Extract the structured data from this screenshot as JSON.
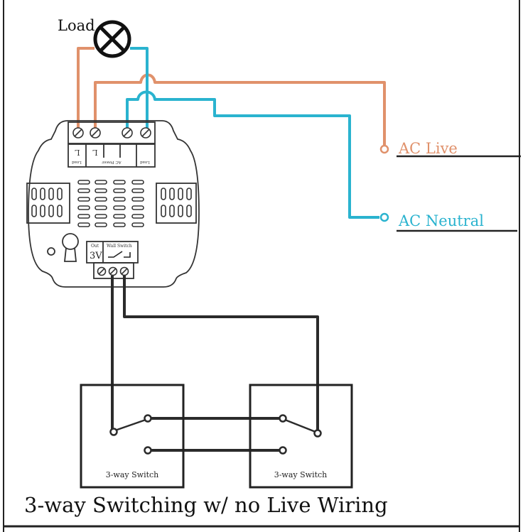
{
  "title": "3-way Switching w/ no Live Wiring",
  "load_label": "Load",
  "ac_live_label": "AC Live",
  "ac_neutral_label": "AC Neutral",
  "module": {
    "terminal_labels": [
      "Load",
      "AC Power",
      "Load"
    ],
    "out_label": "Out",
    "wall_switch_label": "Wall Switch",
    "voltage_label": "3V"
  },
  "switch_left_label": "3-way Switch",
  "switch_right_label": "3-way Switch",
  "colors": {
    "live": "#e0916b",
    "neutral": "#2ab3cf",
    "switch_wire": "#2b2b2b",
    "outline": "#333333"
  },
  "icons": {
    "load": "lamp-cross-icon",
    "terminal": "screw-terminal-icon"
  }
}
